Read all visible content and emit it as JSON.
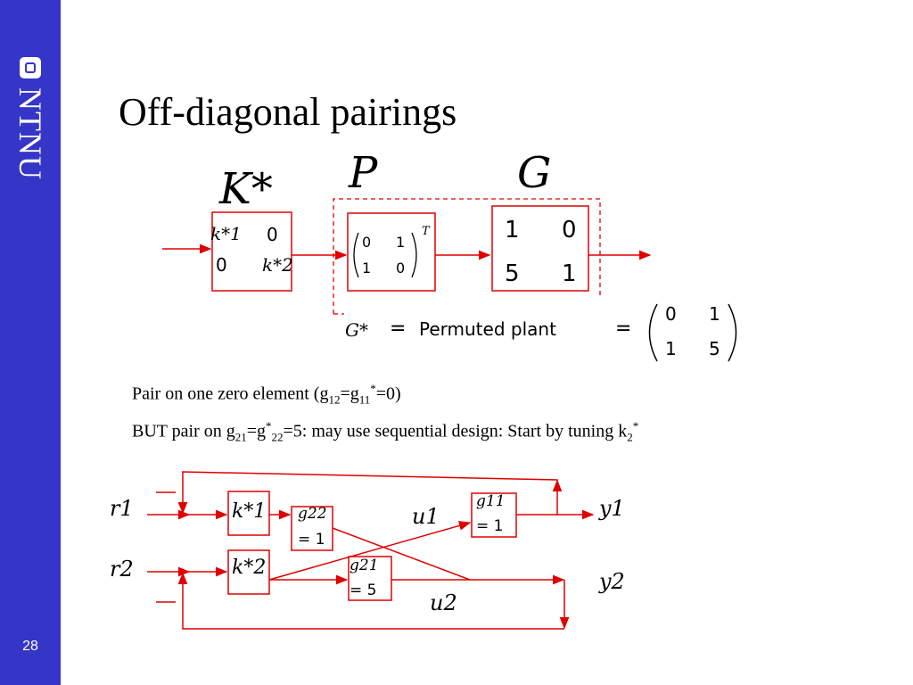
{
  "sidebar": {
    "brand": "NTNU",
    "page_number": "28"
  },
  "slide": {
    "title": "Off-diagonal pairings",
    "top_diagram": {
      "k_label": "K*",
      "p_label": "P",
      "g_label": "G",
      "k_matrix": {
        "r1c1": "k*1",
        "r1c2": "0",
        "r2c1": "0",
        "r2c2": "k*2"
      },
      "p_matrix": {
        "r1c1": "0",
        "r1c2": "1",
        "r2c1": "1",
        "r2c2": "0",
        "transpose": "T"
      },
      "g_matrix": {
        "r1c1": "1",
        "r1c2": "0",
        "r2c1": "5",
        "r2c2": "1"
      },
      "gstar_lhs": "G*",
      "gstar_eq1": "=",
      "gstar_text": "Permuted plant",
      "gstar_eq2": "=",
      "gstar_matrix": {
        "r1c1": "0",
        "r1c2": "1",
        "r2c1": "1",
        "r2c2": "5"
      }
    },
    "bullet1": {
      "pre": "Pair on one zero element (g",
      "sub1": "12",
      "mid": "=g",
      "sub2": "11",
      "sup": "*",
      "post": "=0)"
    },
    "bullet2": {
      "pre": "BUT pair on g",
      "sub1": "21",
      "mid": "=g",
      "sup": "*",
      "sub2": "22",
      "post": "=5: may use sequential design: Start by tuning k",
      "sub3": "2",
      "sup3": "*"
    },
    "block_diagram": {
      "r1": "r1",
      "r2": "r2",
      "k1": "k*1",
      "k2": "k*2",
      "g22_a": "g22",
      "g22_b": "= 1",
      "g21_a": "g21",
      "g21_b": "= 5",
      "g11_a": "g11",
      "g11_b": "= 1",
      "u1": "u1",
      "u2": "u2",
      "y1": "y1",
      "y2": "y2"
    }
  }
}
